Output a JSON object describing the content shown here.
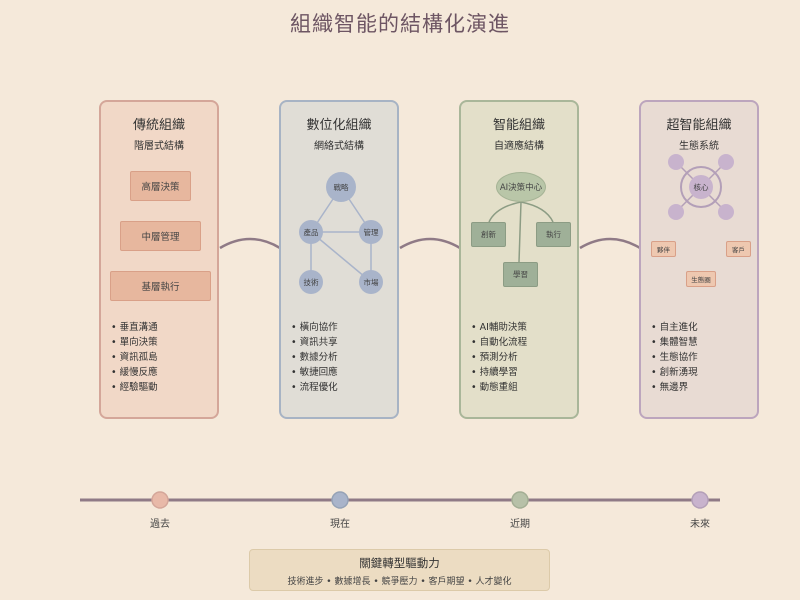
{
  "title": "組織智能的結構化演進",
  "stages": [
    {
      "title": "傳統組織",
      "subtitle": "階層式結構",
      "nodes": [
        "高層決策",
        "中層管理",
        "基層執行"
      ],
      "features": [
        "垂直溝通",
        "單向決策",
        "資訊孤島",
        "緩慢反應",
        "經驗驅動"
      ],
      "colors": {
        "bg": "#f1d8c7",
        "border": "#d4a699",
        "node": "#e7b79e"
      }
    },
    {
      "title": "數位化組織",
      "subtitle": "網絡式結構",
      "nodes": [
        "戰略",
        "產品",
        "管理",
        "技術",
        "市場"
      ],
      "features": [
        "橫向協作",
        "資訊共享",
        "數據分析",
        "敏捷回應",
        "流程優化"
      ],
      "colors": {
        "bg": "#e0ddd6",
        "border": "#a7b3c4",
        "node": "#a9b4ca"
      }
    },
    {
      "title": "智能組織",
      "subtitle": "自適應結構",
      "nodes": [
        "AI決策中心",
        "創新",
        "執行",
        "學習"
      ],
      "features": [
        "AI輔助決策",
        "自動化流程",
        "預測分析",
        "持續學習",
        "動態重組"
      ],
      "colors": {
        "bg": "#e3dfc9",
        "border": "#a9b699",
        "node": "#9fb098"
      }
    },
    {
      "title": "超智能組織",
      "subtitle": "生態系統",
      "nodes": [
        "核心",
        "夥伴",
        "客戶",
        "生態圈"
      ],
      "features": [
        "自主進化",
        "集體智慧",
        "生態協作",
        "創新湧現",
        "無邊界"
      ],
      "colors": {
        "bg": "#e8dbd3",
        "border": "#bca5bd",
        "node": "#c8b3cd"
      }
    }
  ],
  "timeline": [
    "過去",
    "現在",
    "近期",
    "未來"
  ],
  "driver": {
    "title": "關鍵轉型驅動力",
    "text": "技術進步 • 數據增長 • 競爭壓力 • 客戶期望 • 人才變化"
  }
}
